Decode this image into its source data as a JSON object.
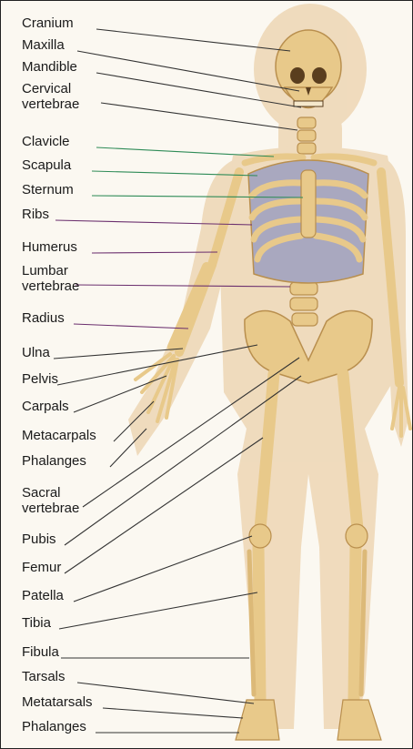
{
  "diagram": {
    "labels": [
      {
        "id": "cranium",
        "text": "Cranium"
      },
      {
        "id": "maxilla",
        "text": "Maxilla"
      },
      {
        "id": "mandible",
        "text": "Mandible"
      },
      {
        "id": "cervical-1",
        "text": "Cervical"
      },
      {
        "id": "cervical-2",
        "text": "vertebrae"
      },
      {
        "id": "clavicle",
        "text": "Clavicle"
      },
      {
        "id": "scapula",
        "text": "Scapula"
      },
      {
        "id": "sternum",
        "text": "Sternum"
      },
      {
        "id": "ribs",
        "text": "Ribs"
      },
      {
        "id": "humerus",
        "text": "Humerus"
      },
      {
        "id": "lumbar-1",
        "text": "Lumbar"
      },
      {
        "id": "lumbar-2",
        "text": "vertebrae"
      },
      {
        "id": "radius",
        "text": "Radius"
      },
      {
        "id": "ulna",
        "text": "Ulna"
      },
      {
        "id": "pelvis",
        "text": "Pelvis"
      },
      {
        "id": "carpals",
        "text": "Carpals"
      },
      {
        "id": "metacarpals",
        "text": "Metacarpals"
      },
      {
        "id": "phalanges-hand",
        "text": "Phalanges"
      },
      {
        "id": "sacral-1",
        "text": "Sacral"
      },
      {
        "id": "sacral-2",
        "text": "vertebrae"
      },
      {
        "id": "pubis",
        "text": "Pubis"
      },
      {
        "id": "femur",
        "text": "Femur"
      },
      {
        "id": "patella",
        "text": "Patella"
      },
      {
        "id": "tibia",
        "text": "Tibia"
      },
      {
        "id": "fibula",
        "text": "Fibula"
      },
      {
        "id": "tarsals",
        "text": "Tarsals"
      },
      {
        "id": "metatarsals",
        "text": "Metatarsals"
      },
      {
        "id": "phalanges-foot",
        "text": "Phalanges"
      }
    ],
    "colors": {
      "background": "#fbf8f1",
      "body_silhouette": "#edd6b4",
      "bone": "#e8c98a",
      "bone_shadow": "#b98f4e",
      "rib_gap": "#a9a8bf",
      "line_dark": "#333333",
      "line_green": "#2e8b57",
      "line_purple": "#6b2f6e"
    }
  }
}
